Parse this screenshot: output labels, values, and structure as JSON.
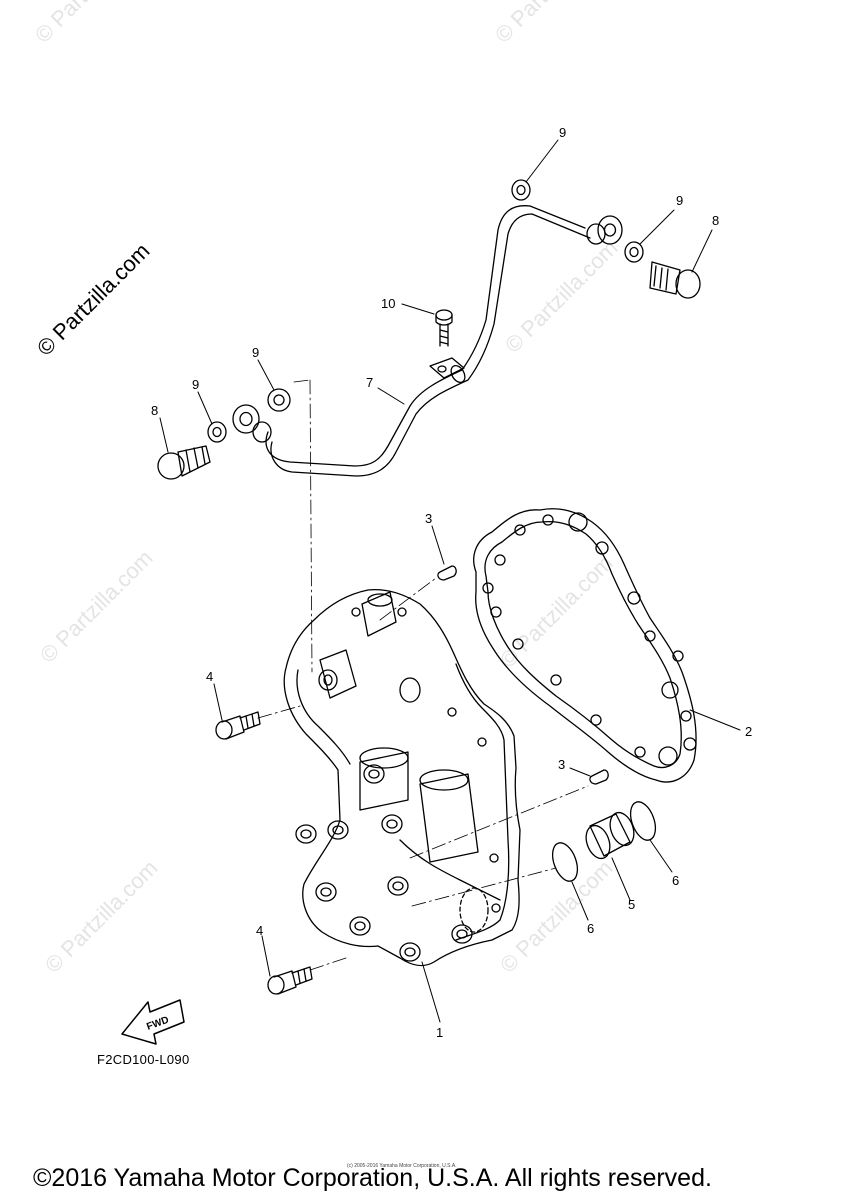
{
  "watermark": "© Partzilla.com",
  "callouts": [
    {
      "id": "c9a",
      "text": "9"
    },
    {
      "id": "c9b",
      "text": "9"
    },
    {
      "id": "c8a",
      "text": "8"
    },
    {
      "id": "c10",
      "text": "10"
    },
    {
      "id": "c7",
      "text": "7"
    },
    {
      "id": "c9c",
      "text": "9"
    },
    {
      "id": "c9d",
      "text": "9"
    },
    {
      "id": "c8b",
      "text": "8"
    },
    {
      "id": "c3a",
      "text": "3"
    },
    {
      "id": "c2",
      "text": "2"
    },
    {
      "id": "c4a",
      "text": "4"
    },
    {
      "id": "c3b",
      "text": "3"
    },
    {
      "id": "c6a",
      "text": "6"
    },
    {
      "id": "c5",
      "text": "5"
    },
    {
      "id": "c6b",
      "text": "6"
    },
    {
      "id": "c4b",
      "text": "4"
    },
    {
      "id": "c1",
      "text": "1"
    }
  ],
  "fwd_label": "FWD",
  "diagram_code": "F2CD100-L090",
  "copyright": "©2016 Yamaha Motor Corporation, U.S.A. All rights reserved.",
  "fineprint": "(c) 2005-2016 Yamaha Motor Corporation, U.S.A."
}
